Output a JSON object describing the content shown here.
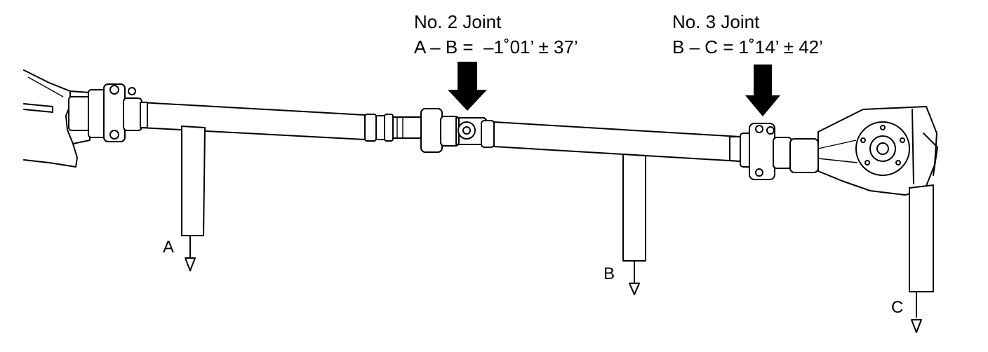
{
  "joint2": {
    "title": "No. 2 Joint",
    "equation": "A – B =  –1˚01’ ± 37’"
  },
  "joint3": {
    "title": "No. 3 Joint",
    "equation": "B – C = 1˚14’ ± 42’"
  },
  "gauges": {
    "a": "A",
    "b": "B",
    "c": "C"
  }
}
